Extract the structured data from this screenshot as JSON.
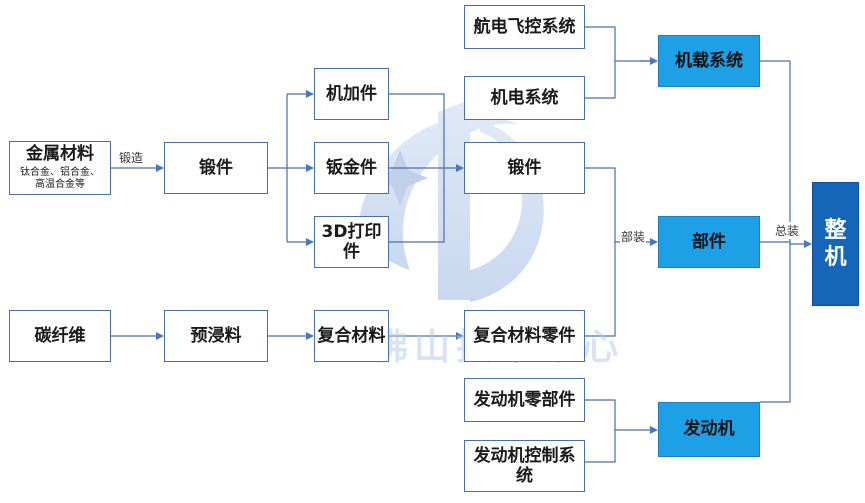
{
  "diagram": {
    "nodes": {
      "metal": {
        "title": "金属材料",
        "subtitle": "钛合金、铝合金、\n高温合金等"
      },
      "forging_1": "锻件",
      "machined": "机加件",
      "sheet_metal": "钣金件",
      "printed_3d": "3D打印件",
      "avionics": "航电飞控系统",
      "electromech": "机电系统",
      "forging_2": "锻件",
      "composite_parts": "复合材料零件",
      "engine_parts": "发动机零部件",
      "engine_control": "发动机控制系统",
      "airborne_systems": "机载系统",
      "components": "部件",
      "engine": "发动机",
      "aircraft": "整\n机",
      "carbon_fiber": "碳纤维",
      "prepreg": "预浸料",
      "composite_material": "复合材料"
    },
    "edge_labels": {
      "forge": "锻造",
      "assemble_parts": "部装",
      "final_assembly": "总装"
    },
    "watermark_text": "佛山技术中心",
    "colors": {
      "line": "#4a6fa8",
      "arrow": "#4a78c0",
      "blue_box": "#1ea0e6",
      "dark_box": "#1565b8",
      "watermark": "#a9c3e8"
    }
  }
}
